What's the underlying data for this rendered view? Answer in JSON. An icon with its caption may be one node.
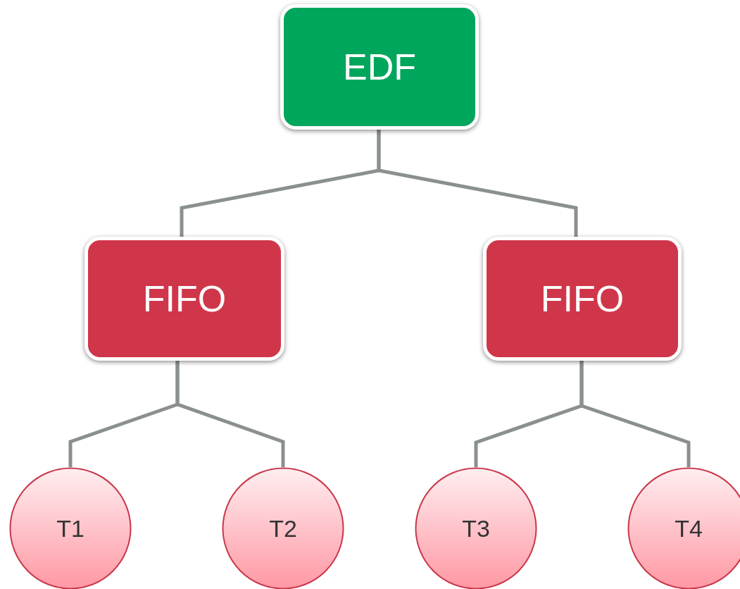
{
  "diagram": {
    "nodes": [
      {
        "text": [
          "EDF"
        ]
      },
      {
        "text": [
          "FIFO"
        ]
      },
      {
        "text": [
          "FIFO"
        ]
      },
      {
        "text": [
          "T1"
        ]
      },
      {
        "text": [
          "T2"
        ]
      },
      {
        "text": [
          "T3"
        ]
      },
      {
        "text": [
          "T4"
        ]
      }
    ],
    "edges": [
      {
        "from": 0,
        "to": 1,
        "arrow": "none"
      },
      {
        "from": 0,
        "to": 2,
        "arrow": "none"
      },
      {
        "from": 1,
        "to": 3,
        "arrow": "none"
      },
      {
        "from": 1,
        "to": 4,
        "arrow": "none"
      },
      {
        "from": 2,
        "to": 5,
        "arrow": "none"
      },
      {
        "from": 2,
        "to": 6,
        "arrow": "none"
      }
    ]
  }
}
